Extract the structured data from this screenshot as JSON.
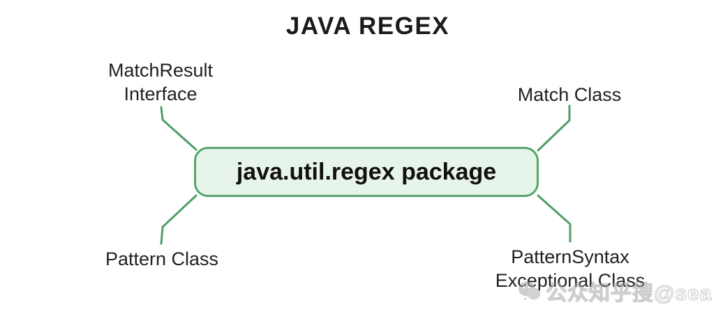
{
  "title": "JAVA REGEX",
  "diagram": {
    "center": {
      "label": "java.util.regex package"
    },
    "nodes": [
      {
        "id": "matchresult-interface",
        "label": "MatchResult\nInterface",
        "position": "top-left"
      },
      {
        "id": "match-class",
        "label": "Match Class",
        "position": "top-right"
      },
      {
        "id": "pattern-class",
        "label": "Pattern Class",
        "position": "bottom-left"
      },
      {
        "id": "patternsyntax-exceptional-class",
        "label": "PatternSyntax\nExceptional Class",
        "position": "bottom-right"
      }
    ]
  },
  "watermark": {
    "icon": "wechat-icon",
    "text": "公众知乎搜@sea"
  },
  "colors": {
    "line-green": "#4d9f68",
    "box-border": "#55a56b",
    "box-fill": "#e7f4e9",
    "title-black": "#1b1b1b",
    "text-dark": "#212121",
    "watermark-gray": "#a5a5a5"
  }
}
